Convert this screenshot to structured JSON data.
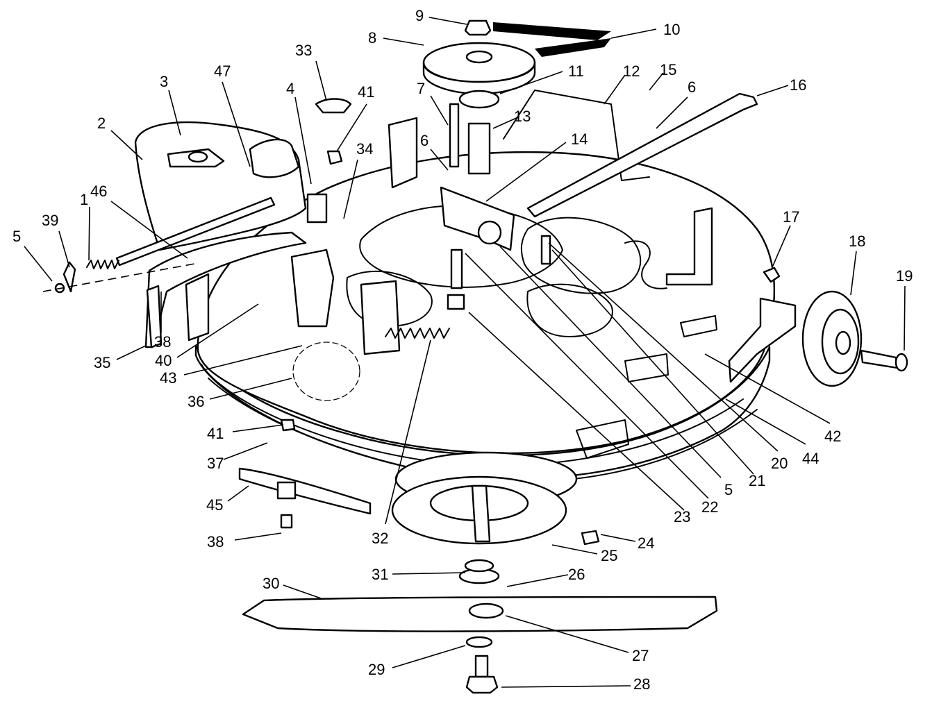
{
  "diagram": {
    "style": {
      "ink": "#000000",
      "paper": "#ffffff"
    },
    "callouts": [
      {
        "id": "c1",
        "label": "1"
      },
      {
        "id": "c2",
        "label": "2"
      },
      {
        "id": "c3",
        "label": "3"
      },
      {
        "id": "c4",
        "label": "4"
      },
      {
        "id": "c5a",
        "label": "5"
      },
      {
        "id": "c5b",
        "label": "5"
      },
      {
        "id": "c6a",
        "label": "6"
      },
      {
        "id": "c6b",
        "label": "6"
      },
      {
        "id": "c7",
        "label": "7"
      },
      {
        "id": "c8",
        "label": "8"
      },
      {
        "id": "c9",
        "label": "9"
      },
      {
        "id": "c10",
        "label": "10"
      },
      {
        "id": "c11",
        "label": "11"
      },
      {
        "id": "c12",
        "label": "12"
      },
      {
        "id": "c13",
        "label": "13"
      },
      {
        "id": "c14",
        "label": "14"
      },
      {
        "id": "c15",
        "label": "15"
      },
      {
        "id": "c16",
        "label": "16"
      },
      {
        "id": "c17",
        "label": "17"
      },
      {
        "id": "c18",
        "label": "18"
      },
      {
        "id": "c19",
        "label": "19"
      },
      {
        "id": "c20",
        "label": "20"
      },
      {
        "id": "c21",
        "label": "21"
      },
      {
        "id": "c22",
        "label": "22"
      },
      {
        "id": "c23",
        "label": "23"
      },
      {
        "id": "c24",
        "label": "24"
      },
      {
        "id": "c25",
        "label": "25"
      },
      {
        "id": "c26",
        "label": "26"
      },
      {
        "id": "c27",
        "label": "27"
      },
      {
        "id": "c28",
        "label": "28"
      },
      {
        "id": "c29",
        "label": "29"
      },
      {
        "id": "c30",
        "label": "30"
      },
      {
        "id": "c31",
        "label": "31"
      },
      {
        "id": "c32",
        "label": "32"
      },
      {
        "id": "c33",
        "label": "33"
      },
      {
        "id": "c34",
        "label": "34"
      },
      {
        "id": "c35",
        "label": "35"
      },
      {
        "id": "c36",
        "label": "36"
      },
      {
        "id": "c37",
        "label": "37"
      },
      {
        "id": "c38a",
        "label": "38"
      },
      {
        "id": "c38b",
        "label": "38"
      },
      {
        "id": "c39",
        "label": "39"
      },
      {
        "id": "c40",
        "label": "40"
      },
      {
        "id": "c41a",
        "label": "41"
      },
      {
        "id": "c41b",
        "label": "41"
      },
      {
        "id": "c42",
        "label": "42"
      },
      {
        "id": "c43",
        "label": "43"
      },
      {
        "id": "c44",
        "label": "44"
      },
      {
        "id": "c45",
        "label": "45"
      },
      {
        "id": "c46",
        "label": "46"
      },
      {
        "id": "c47",
        "label": "47"
      }
    ]
  }
}
